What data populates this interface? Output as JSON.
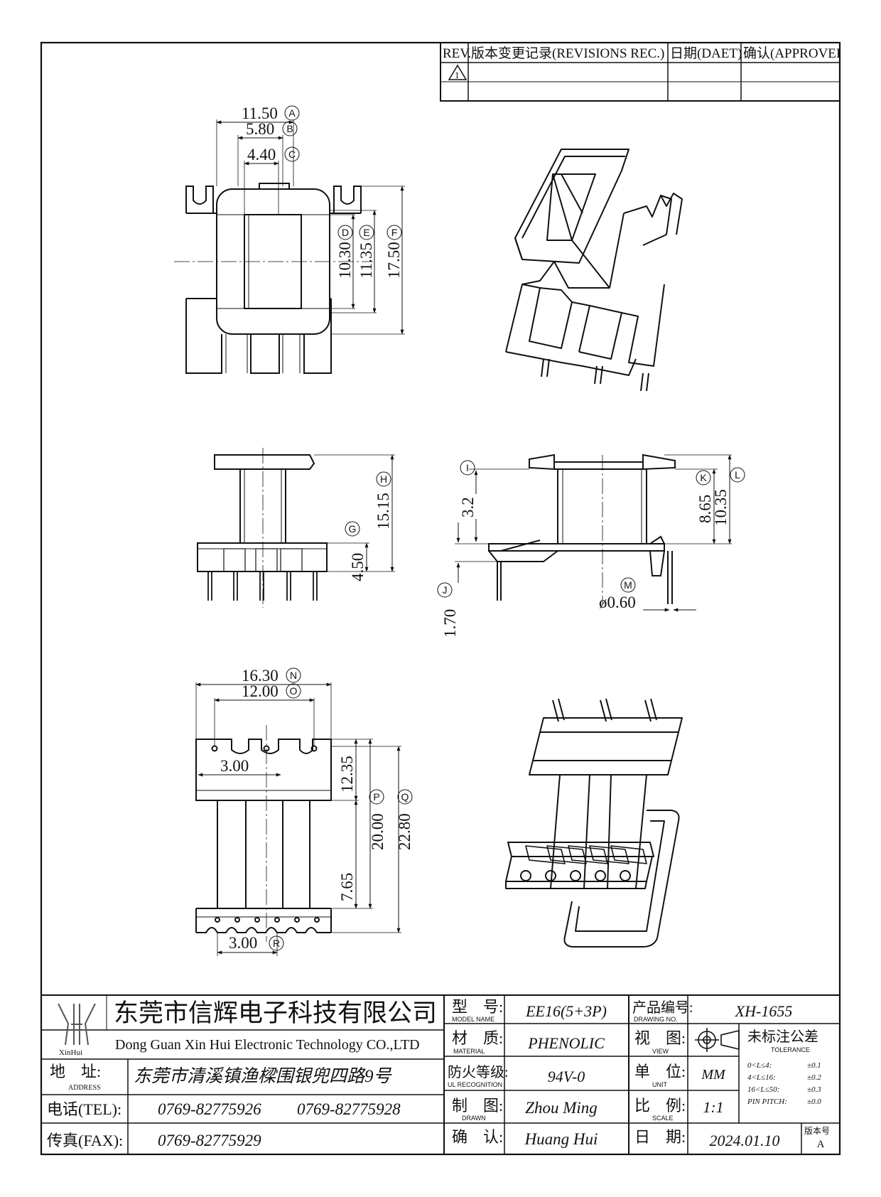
{
  "revisions": {
    "headers": {
      "rev": "REV.",
      "record": "版本变更记录(REVISIONS REC.)",
      "date": "日期(DAET)",
      "approve": "确认(APPROVEI"
    },
    "rows": [
      {
        "rev": "1",
        "record": "",
        "date": "",
        "approve": ""
      }
    ]
  },
  "top_view": {
    "dim_a": {
      "value": "11.50",
      "tag": "A"
    },
    "dim_b": {
      "value": "5.80",
      "tag": "B"
    },
    "dim_c": {
      "value": "4.40",
      "tag": "C"
    },
    "dim_d": {
      "value": "10.30",
      "tag": "D"
    },
    "dim_e": {
      "value": "11.35",
      "tag": "E"
    },
    "dim_f": {
      "value": "17.50",
      "tag": "F"
    }
  },
  "front_view": {
    "dim_h": {
      "value": "15.15",
      "tag": "H"
    },
    "dim_g": {
      "value": "4.50",
      "tag": "G"
    }
  },
  "side_view": {
    "dim_i": {
      "value": "3.2",
      "tag": "I"
    },
    "dim_j": {
      "value": "1.70",
      "tag": "J"
    },
    "dim_k": {
      "value": "8.65",
      "tag": "K"
    },
    "dim_l": {
      "value": "10.35",
      "tag": "L"
    },
    "dim_m": {
      "value": "ø0.60",
      "tag": "M"
    }
  },
  "bottom_view": {
    "dim_n": {
      "value": "16.30",
      "tag": "N"
    },
    "dim_o": {
      "value": "12.00",
      "tag": "O"
    },
    "dim_pitch": {
      "value": "3.00"
    },
    "dim_p": {
      "value": "20.00",
      "tag": "P"
    },
    "dim_q": {
      "value": "22.80",
      "tag": "Q"
    },
    "dim_1235": {
      "value": "12.35"
    },
    "dim_765": {
      "value": "7.65"
    },
    "dim_r": {
      "value": "3.00",
      "tag": "R"
    }
  },
  "title_block": {
    "logo_text": "XinHui",
    "company_cn": "东莞市信辉电子科技有限公司",
    "company_en": "Dong Guan Xin Hui Electronic Technology CO.,LTD",
    "address_label": "地　址:",
    "address_label_en": "ADDRESS",
    "address": "东莞市清溪镇渔樑围银兜四路9号",
    "tel_label": "电话(TEL):",
    "tel1": "0769-82775926",
    "tel2": "0769-82775928",
    "fax_label": "传真(FAX):",
    "fax": "0769-82775929",
    "model_label": "型　号:",
    "model_label_en": "MODEL NAME",
    "model": "EE16(5+3P)",
    "material_label": "材　质:",
    "material_label_en": "MATERIAL",
    "material": "PHENOLIC",
    "ul_label": "防火等级:",
    "ul_label_en": "UL RECOGNITION",
    "ul": "94V-0",
    "drawn_label": "制　图:",
    "drawn_label_en": "DRAWN",
    "drawn": "Zhou Ming",
    "confirm_label": "确　认:",
    "confirm": "Huang Hui",
    "drawing_no_label": "产品编号:",
    "drawing_no_label_en": "DRAWING NO.",
    "drawing_no": "XH-1655",
    "view_label": "视　图:",
    "view_label_en": "VIEW",
    "unit_label": "单　位:",
    "unit_label_en": "UNIT",
    "unit": "MM",
    "scale_label": "比　例:",
    "scale_label_en": "SCALE",
    "scale": "1:1",
    "date_label": "日　期:",
    "date": "2024.01.10",
    "tolerance_title": "未标注公差",
    "tolerance_title_en": "TOLERANCE",
    "tolerances": [
      {
        "range": "0<L≤4:",
        "value": "±0.1"
      },
      {
        "range": "4<L≤16:",
        "value": "±0.2"
      },
      {
        "range": "16<L≤50:",
        "value": "±0.3"
      },
      {
        "range": "PIN PITCH:",
        "value": "±0.0"
      }
    ],
    "version_label": "版本号",
    "version": "A"
  }
}
